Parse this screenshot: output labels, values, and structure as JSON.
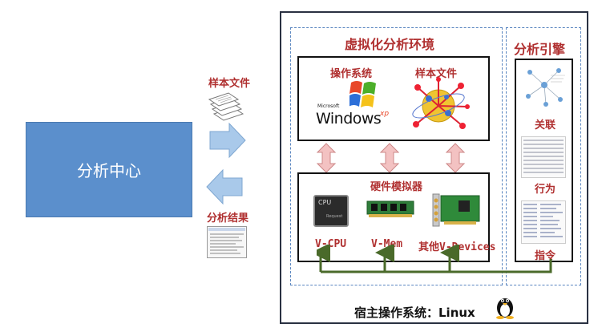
{
  "analysis_center": {
    "label": "分析中心"
  },
  "sample_files_label": "样本文件",
  "analysis_results_label": "分析结果",
  "virtual_env": {
    "title": "虚拟化分析环境",
    "os_label": "操作系统",
    "samples_label": "样本文件",
    "windows_logo": {
      "brand": "Microsoft",
      "name": "Windows",
      "edition": "xp"
    }
  },
  "hardware": {
    "title": "硬件模拟器",
    "devices": [
      "V-CPU",
      "V-Mem",
      "其他V-Devices"
    ],
    "cpu_chip_text": {
      "line1": "CPU",
      "line2": "Request"
    }
  },
  "engine": {
    "title": "分析引擎",
    "items": [
      "关联",
      "行为",
      "指令"
    ]
  },
  "host_os": {
    "label": "宿主操作系统：Linux"
  },
  "colors": {
    "accent": "#b03030",
    "center_box": "#5b8fcc",
    "arrow_blue": "#a9c9ea",
    "arrow_pink": "#f3c2c2",
    "connector": "#4a6a2a"
  }
}
